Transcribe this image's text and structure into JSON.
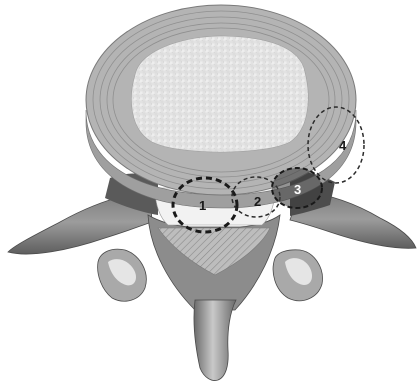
{
  "zones": [
    {
      "id": "1",
      "label": "1"
    },
    {
      "id": "2",
      "label": "2"
    },
    {
      "id": "3",
      "label": "3"
    },
    {
      "id": "4",
      "label": "4"
    }
  ],
  "colors": {
    "bone_dark": "#6b6b6b",
    "bone_mid": "#9a9a9a",
    "bone_light": "#c8c8c8",
    "disc_ring": "#b5b5b5",
    "nucleus": "#ececec",
    "canal": "#f4f4f4",
    "label_dark": "#1a1a1a",
    "label_light": "#ffffff"
  },
  "icons": [
    "lumbar-vertebra-illustration",
    "intervertebral-disc-illustration"
  ]
}
